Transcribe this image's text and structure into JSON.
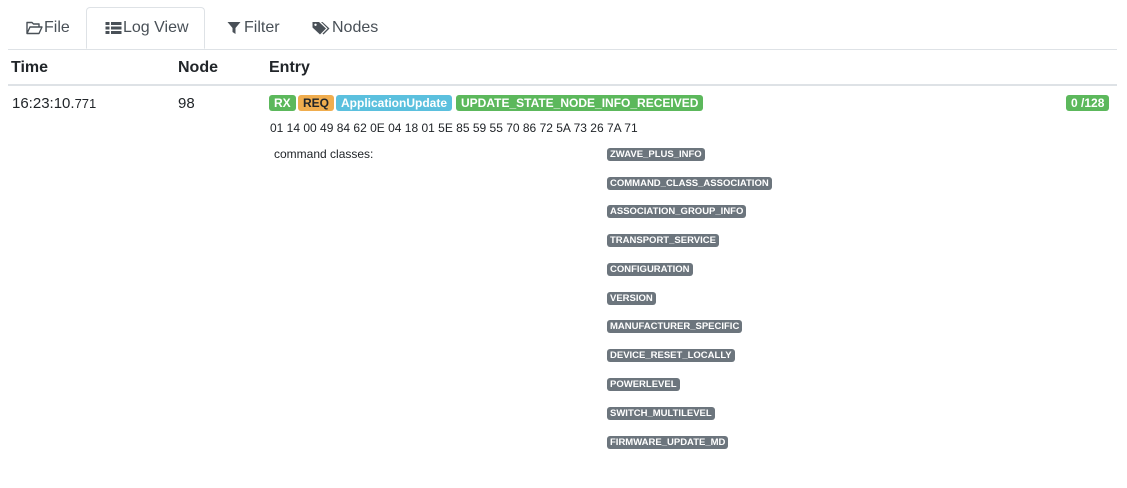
{
  "tabs": [
    {
      "label": "File",
      "icon": "folder-open-icon",
      "active": false
    },
    {
      "label": "Log View",
      "icon": "list-icon",
      "active": true
    },
    {
      "label": "Filter",
      "icon": "filter-icon",
      "active": false
    },
    {
      "label": "Nodes",
      "icon": "tags-icon",
      "active": false
    }
  ],
  "table": {
    "headers": {
      "time": "Time",
      "node": "Node",
      "entry": "Entry"
    },
    "rows": [
      {
        "time_main": "16:23:10.",
        "time_ms": "771",
        "node": "98",
        "badges": {
          "direction": "RX",
          "type": "REQ",
          "function": "ApplicationUpdate",
          "state": "UPDATE_STATE_NODE_INFO_RECEIVED"
        },
        "counter": "0 /128",
        "hex": "01 14 00 49 84 62 0E 04 18 01 5E 85 59 55 70 86 72 5A 73 26 7A 71",
        "command_classes_label": "command classes:",
        "command_classes": [
          "ZWAVE_PLUS_INFO",
          "COMMAND_CLASS_ASSOCIATION",
          "ASSOCIATION_GROUP_INFO",
          "TRANSPORT_SERVICE",
          "CONFIGURATION",
          "VERSION",
          "MANUFACTURER_SPECIFIC",
          "DEVICE_RESET_LOCALLY",
          "POWERLEVEL",
          "SWITCH_MULTILEVEL",
          "FIRMWARE_UPDATE_MD"
        ]
      }
    ]
  },
  "colors": {
    "green": "#5cb85c",
    "yellow": "#f0ad4e",
    "blue": "#5bc0de",
    "gray": "#6c757d"
  }
}
